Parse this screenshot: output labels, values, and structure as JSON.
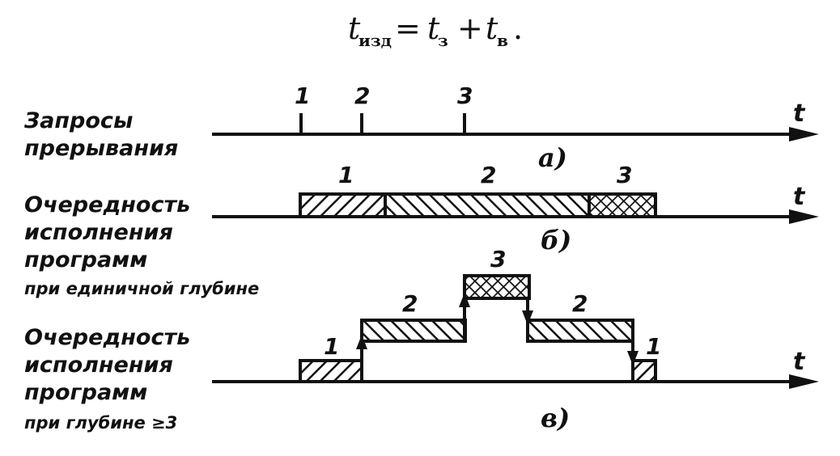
{
  "formula": {
    "t1": "t",
    "sub1": "изд",
    "eq": "=",
    "t2": "t",
    "sub2": "з",
    "plus": "+",
    "t3": "t",
    "sub3": "в",
    "dot": "."
  },
  "axis_symbol": "t",
  "panel_a": {
    "label_lines": [
      "Запросы",
      "прерывания"
    ],
    "tick_labels": [
      "1",
      "2",
      "3"
    ],
    "caption": "а)"
  },
  "panel_b": {
    "label_lines": [
      "Очередность",
      "исполнения",
      "программ",
      "при единичной глубине"
    ],
    "segment_labels": [
      "1",
      "2",
      "3"
    ],
    "caption": "б)"
  },
  "panel_c": {
    "label_lines": [
      "Очередность",
      "исполнения",
      "программ",
      "при глубине ≥3"
    ],
    "segment_labels": [
      "1",
      "2",
      "3",
      "2",
      "1"
    ],
    "caption": "в)"
  }
}
